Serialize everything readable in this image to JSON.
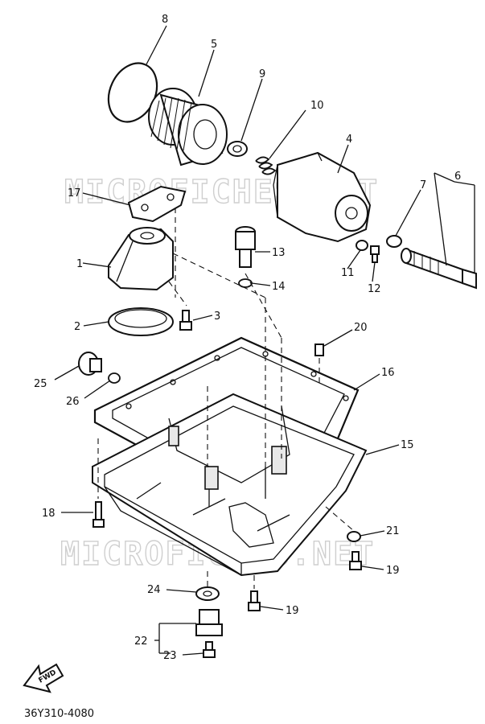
{
  "watermarks": [
    "MICROFICHES.NET",
    "MICROFICHES.NET"
  ],
  "callouts": [
    "1",
    "2",
    "3",
    "4",
    "5",
    "6",
    "7",
    "8",
    "9",
    "10",
    "11",
    "12",
    "13",
    "14",
    "15",
    "16",
    "17",
    "18",
    "19",
    "19",
    "20",
    "21",
    "22",
    "23",
    "24",
    "25",
    "26"
  ],
  "fwd_badge": "FWD",
  "diagram_code": "36Y310-4080"
}
